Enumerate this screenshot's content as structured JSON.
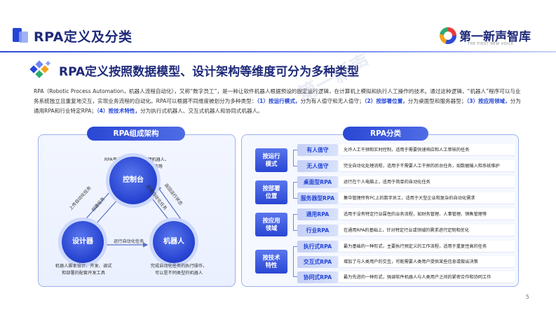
{
  "header": {
    "title": "RPA定义及分类"
  },
  "logo": {
    "name": "第一新声智库",
    "subtitle": "THE FIRST NEW VOICE"
  },
  "watermark": "第一新声",
  "section": {
    "title": "RPA定义按照数据模型、设计架构等维度可分为多种类型"
  },
  "paragraph": {
    "p1": "RPA（Robotic Process Automation，机器人流程自动化），又称“数字员工”，是一种让软件机器人根据预设的固定运行逻辑，在计算机上模拟和执行人工操作的技术。通过这种逻辑，“机器人”程序可以与业务系统独立且重复地交互，实现业务流程的自动化。RPA可以根据不同维度被划分为多种类型：",
    "h1": "（1）按运行模式，",
    "p2": "分为有人值守和无人值守；",
    "h2": "（2）按部署位置，",
    "p3": "分为桌面型和服务器型；",
    "h3": "（3）按应用领域，",
    "p4": "分为通用RPA和行业特定RPA；",
    "h4": "（4）按技术特性，",
    "p5": "分为执行式机器人、交互式机器人和协同式机器人。"
  },
  "architecture": {
    "title": "RPA组成架构",
    "console": {
      "label": "控制台",
      "note": [
        "RPA平台核心，负责管理机器人、",
        "任务调度、监控运行状态等"
      ]
    },
    "designer": {
      "label": "设计器",
      "note": [
        "机器人脚本设计、开发、调试",
        "和部署的配套开发工具"
      ]
    },
    "robot": {
      "label": "机器人",
      "note": [
        "完成自动化任务的执行操作，",
        "可以是不同类型的机器人"
      ]
    },
    "arrows": {
      "upload": "上传自动化任务",
      "create": "创建任务",
      "distribute": "部署自动化任务",
      "report": "返回运行状态",
      "run": "运行自动化任务"
    }
  },
  "classification": {
    "title": "RPA分类",
    "groups": [
      {
        "category": [
          "按运行",
          "模式"
        ],
        "items": [
          {
            "name": "有人值守",
            "desc": "允许人工干预和实时控制，适用于需要快速响应和人工审核的任务"
          },
          {
            "name": "无人值守",
            "desc": "完全自动化处理流程，适用于不需要人工干预的后台任务，如数据输入和系统维护"
          }
        ]
      },
      {
        "category": [
          "按部署",
          "位置"
        ],
        "items": [
          {
            "name": "桌面型RPA",
            "desc": "运行在个人电脑上，适用于简单的自动化任务"
          },
          {
            "name": "服务器型RPA",
            "desc": "集中管理所有PC上的数字员工，适用于大型企业和复杂的自动化需求"
          }
        ]
      },
      {
        "category": [
          "按应用",
          "领域"
        ],
        "items": [
          {
            "name": "通用RPA",
            "desc": "适用于没有特定行业属性的业务流程，如财务管理、人事管理、销售管理等"
          },
          {
            "name": "行业RPA",
            "desc": "在通用RPA的基础上，针对特定行业或领域的需求进行定制和优化"
          }
        ]
      },
      {
        "category": [
          "按技术",
          "特性"
        ],
        "items": [
          {
            "name": "执行式RPA",
            "desc": "最为基础的一种形式，主要执行预定义的工作流程，适用于重复性高的任务"
          },
          {
            "name": "交互式RPA",
            "desc": "增加了与人类用户的交互，可能需要人类用户提供某些信息或做出决策"
          },
          {
            "name": "协同式RPA",
            "desc": "最为先进的一种形式，强调软件机器人与人类用户之间的紧密合作和协同工作"
          }
        ]
      }
    ]
  },
  "page_number": "5",
  "colors": {
    "primary": "#2446d6",
    "title": "#1f2a7a",
    "panel_border": "#9cb0ee"
  }
}
